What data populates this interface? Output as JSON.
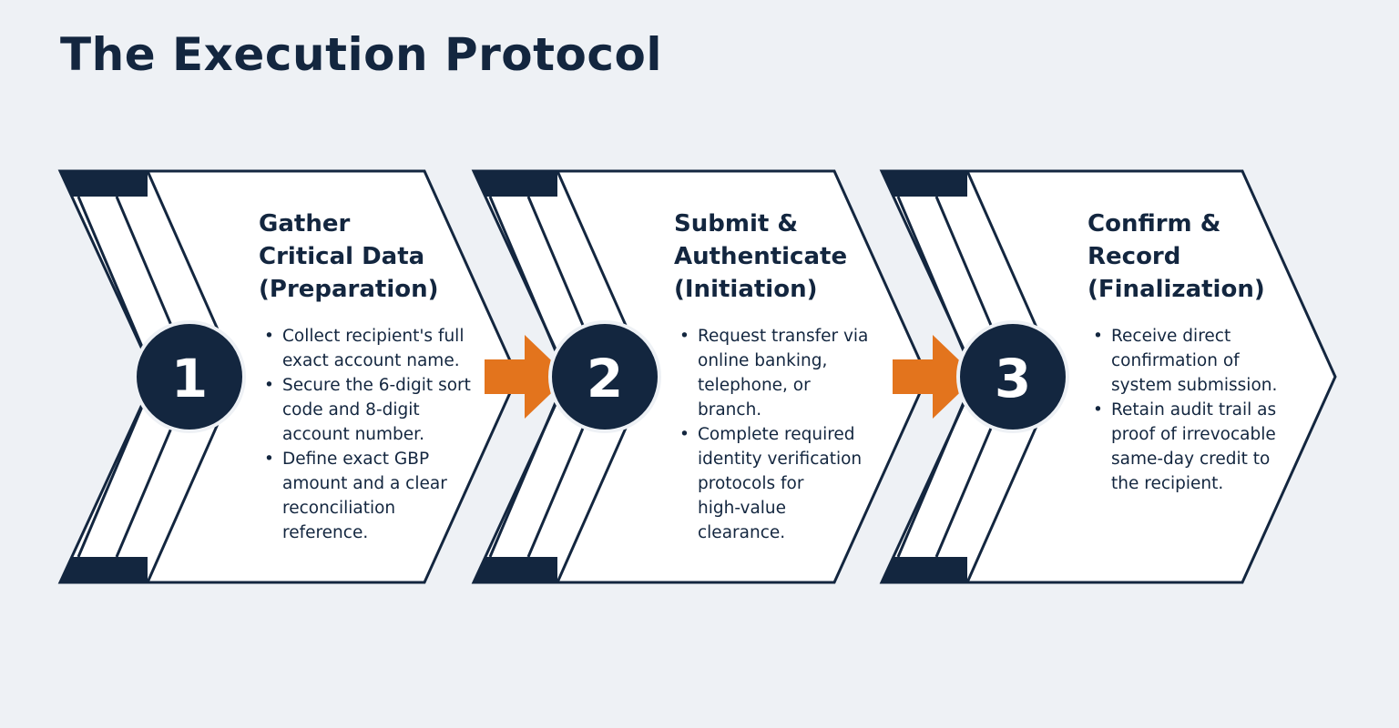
{
  "title": "The Execution Protocol",
  "colors": {
    "navy": "#13263f",
    "orange": "#e3741d",
    "background": "#eef1f5",
    "panel": "#ffffff"
  },
  "connector_icon": "arrow-right-icon",
  "steps": [
    {
      "number": "1",
      "title_lines": [
        "Gather",
        "Critical Data",
        "(Preparation)"
      ],
      "bullets": [
        [
          "Collect recipient's full",
          "exact account name."
        ],
        [
          "Secure the 6-digit sort",
          "code and 8-digit",
          "account number."
        ],
        [
          "Define exact GBP",
          "amount and a clear",
          "reconciliation",
          "reference."
        ]
      ]
    },
    {
      "number": "2",
      "title_lines": [
        "Submit &",
        "Authenticate",
        "(Initiation)"
      ],
      "bullets": [
        [
          "Request transfer via",
          "online banking,",
          "telephone, or",
          "branch."
        ],
        [
          "Complete required",
          "identity verification",
          "protocols for",
          "high-value",
          "clearance."
        ]
      ]
    },
    {
      "number": "3",
      "title_lines": [
        "Confirm &",
        "Record",
        "(Finalization)"
      ],
      "bullets": [
        [
          "Receive direct",
          "confirmation of",
          "system submission."
        ],
        [
          "Retain audit trail as",
          "proof of irrevocable",
          "same-day credit to",
          "the recipient."
        ]
      ]
    }
  ]
}
